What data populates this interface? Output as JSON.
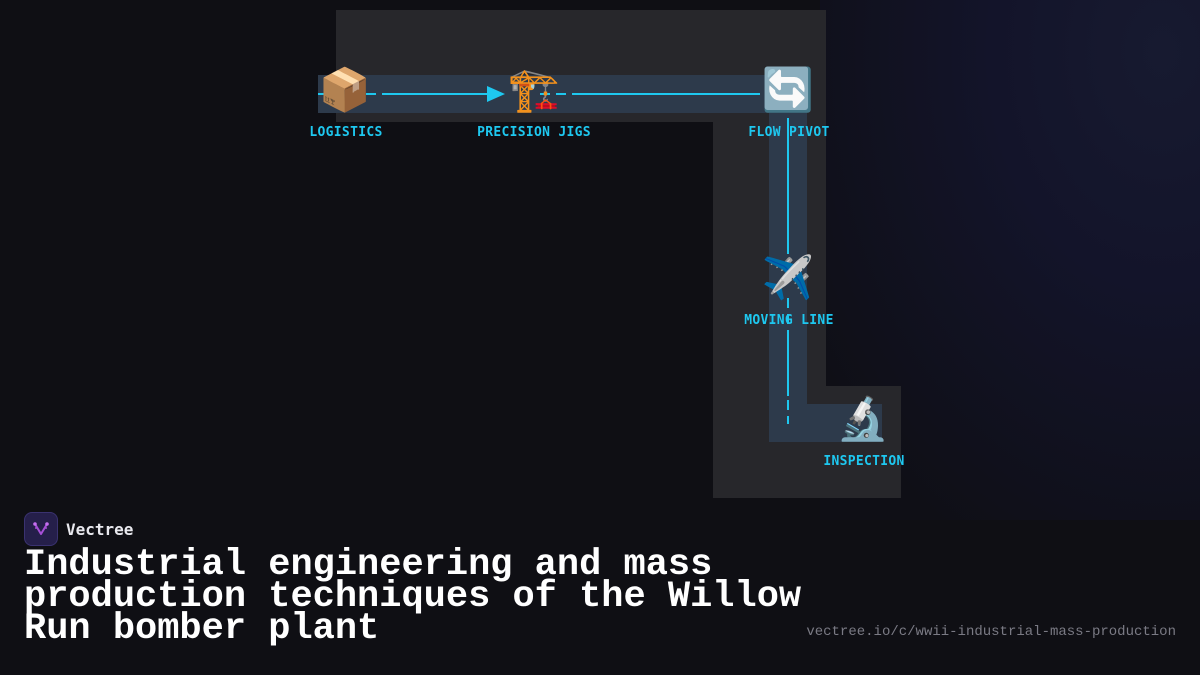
{
  "diagram": {
    "nodes": [
      {
        "id": "logistics",
        "label": "LOGISTICS",
        "icon": "package-icon",
        "glyph": "📦"
      },
      {
        "id": "precision-jigs",
        "label": "PRECISION JIGS",
        "icon": "construction-crane-icon",
        "glyph": "🏗️"
      },
      {
        "id": "flow-pivot",
        "label": "FLOW PIVOT",
        "icon": "repeat-arrows-icon",
        "glyph": "🔄"
      },
      {
        "id": "moving-line",
        "label": "MOVING LINE",
        "icon": "airplane-icon",
        "glyph": "✈️"
      },
      {
        "id": "inspection",
        "label": "INSPECTION",
        "icon": "microscope-icon",
        "glyph": "🔬"
      }
    ],
    "edges": [
      {
        "from": "logistics",
        "to": "precision-jigs",
        "arrow": true
      },
      {
        "from": "precision-jigs",
        "to": "flow-pivot"
      },
      {
        "from": "flow-pivot",
        "to": "moving-line"
      },
      {
        "from": "moving-line",
        "to": "inspection"
      }
    ],
    "colors": {
      "line": "#1ec8f0",
      "label": "#1ec8f0",
      "track": "#2d3a4b",
      "panel": "#27272b",
      "background": "#0f0f14"
    }
  },
  "brand": {
    "name": "Vectree",
    "logo_icon": "vectree-logo-icon",
    "logo_color": "#a64fd6"
  },
  "title": "Industrial engineering and mass production techniques of the Willow Run bomber plant",
  "url": "vectree.io/c/wwii-industrial-mass-production"
}
